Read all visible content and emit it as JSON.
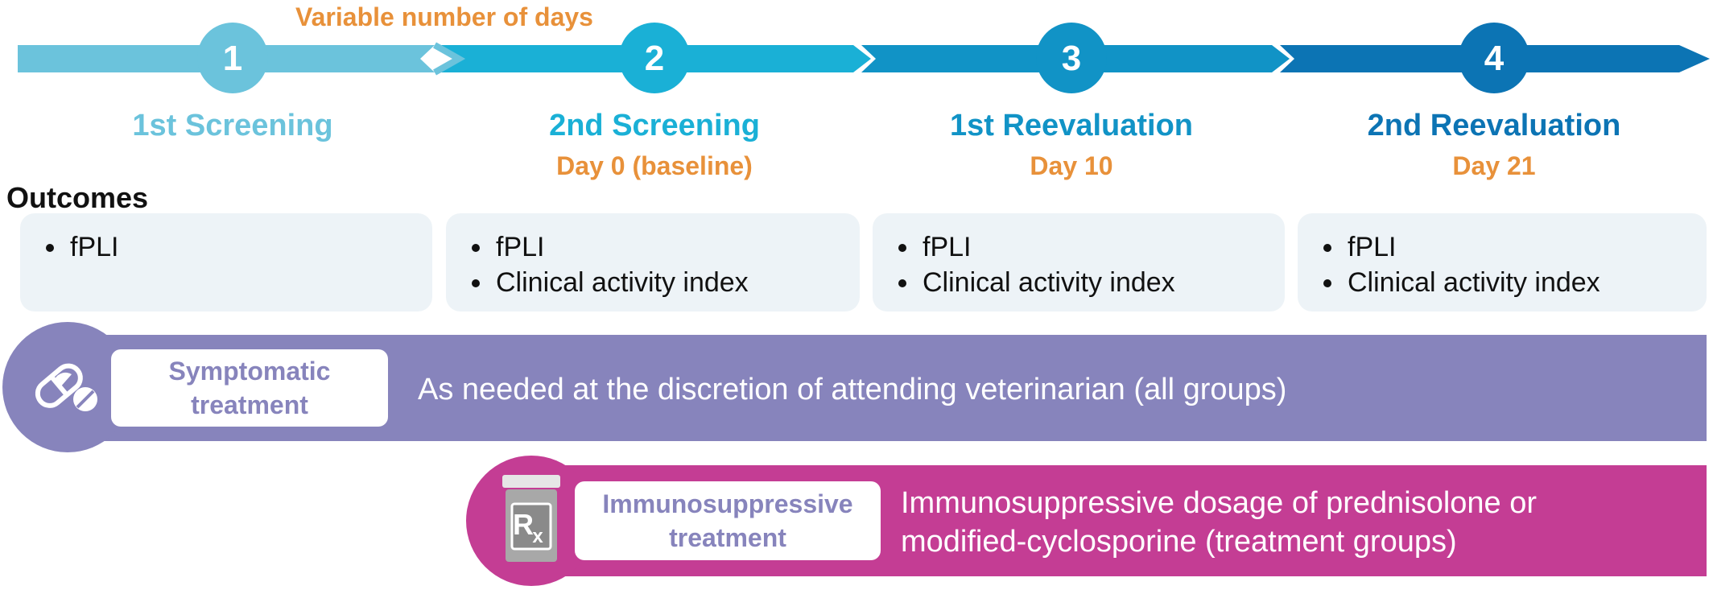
{
  "header": {
    "variable_days": "Variable number of days"
  },
  "stages": [
    {
      "number": "1",
      "title": "1st Screening",
      "day": "",
      "color": "#6BC3DC"
    },
    {
      "number": "2",
      "title": "2nd Screening",
      "day": "Day 0 (baseline)",
      "color": "#1AB0D6"
    },
    {
      "number": "3",
      "title": "1st Reevaluation",
      "day": "Day 10",
      "color": "#1193C6"
    },
    {
      "number": "4",
      "title": "2nd Reevaluation",
      "day": "Day 21",
      "color": "#0C74B4"
    }
  ],
  "outcomes": {
    "label": "Outcomes",
    "columns": [
      [
        "fPLI"
      ],
      [
        "fPLI",
        "Clinical activity index"
      ],
      [
        "fPLI",
        "Clinical activity index"
      ],
      [
        "fPLI",
        "Clinical activity index"
      ]
    ]
  },
  "symptomatic": {
    "label_line1": "Symptomatic",
    "label_line2": "treatment",
    "text": "As needed at the discretion of attending veterinarian (all groups)",
    "color": "#8784BC",
    "icon": "pill-capsule-icon"
  },
  "immunosuppressive": {
    "label_line1": "Immunosuppressive",
    "label_line2": "treatment",
    "text_line1": "Immunosuppressive dosage of prednisolone or",
    "text_line2": "modified-cyclosporine (treatment groups)",
    "color": "#C43D94",
    "icon": "rx-bottle-icon"
  },
  "colors": {
    "accent_orange": "#E8913A",
    "outcome_bg": "#EDF3F7"
  }
}
